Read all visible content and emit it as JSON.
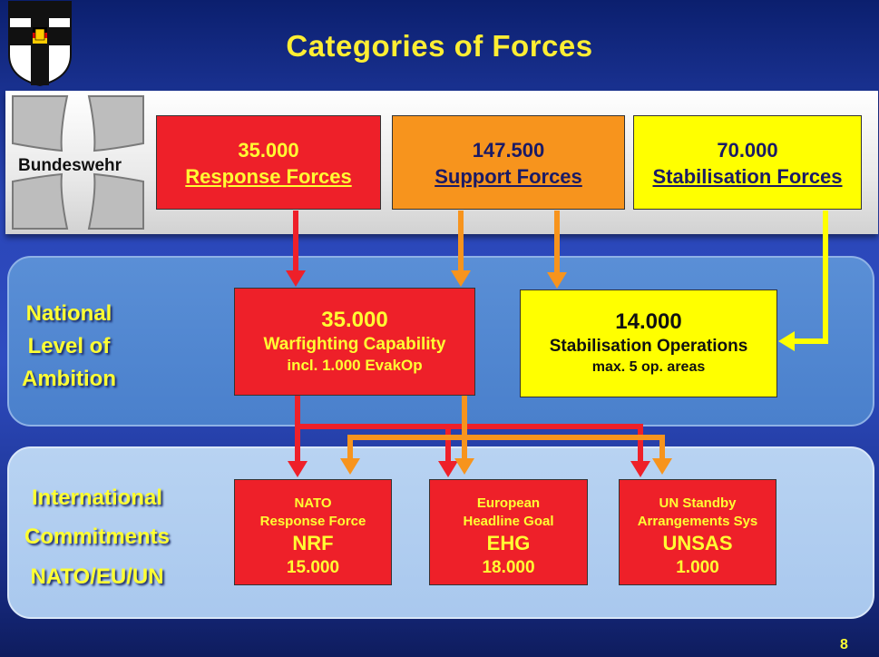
{
  "title": "Categories of Forces",
  "bundeswehr_label": "Bundeswehr",
  "forces": {
    "response": {
      "number": "35.000",
      "label": "Response Forces"
    },
    "support": {
      "number": "147.500",
      "label": "Support Forces"
    },
    "stabilisation": {
      "number": "70.000",
      "label": "Stabilisation Forces"
    }
  },
  "national": {
    "label_lines": [
      "National",
      "Level of",
      "Ambition"
    ],
    "warfighting": {
      "number": "35.000",
      "label": "Warfighting Capability",
      "sub": "incl. 1.000 EvakOp"
    },
    "stabilisation_ops": {
      "number": "14.000",
      "label": "Stabilisation Operations",
      "sub": "max. 5 op. areas"
    }
  },
  "international": {
    "label_lines": [
      "International",
      "Commitments",
      "NATO/EU/UN"
    ],
    "boxes": [
      {
        "line1": "NATO",
        "line2": "Response Force",
        "abbr": "NRF",
        "number": "15.000"
      },
      {
        "line1": "European",
        "line2": "Headline Goal",
        "abbr": "EHG",
        "number": "18.000"
      },
      {
        "line1": "UN Standby",
        "line2": "Arrangements Sys",
        "abbr": "UNSAS",
        "number": "1.000"
      }
    ]
  },
  "page_number": "8",
  "colors": {
    "red": "#ee2029",
    "orange": "#f7941d",
    "yellow": "#ffff00",
    "title_yellow": "#ffee33"
  }
}
